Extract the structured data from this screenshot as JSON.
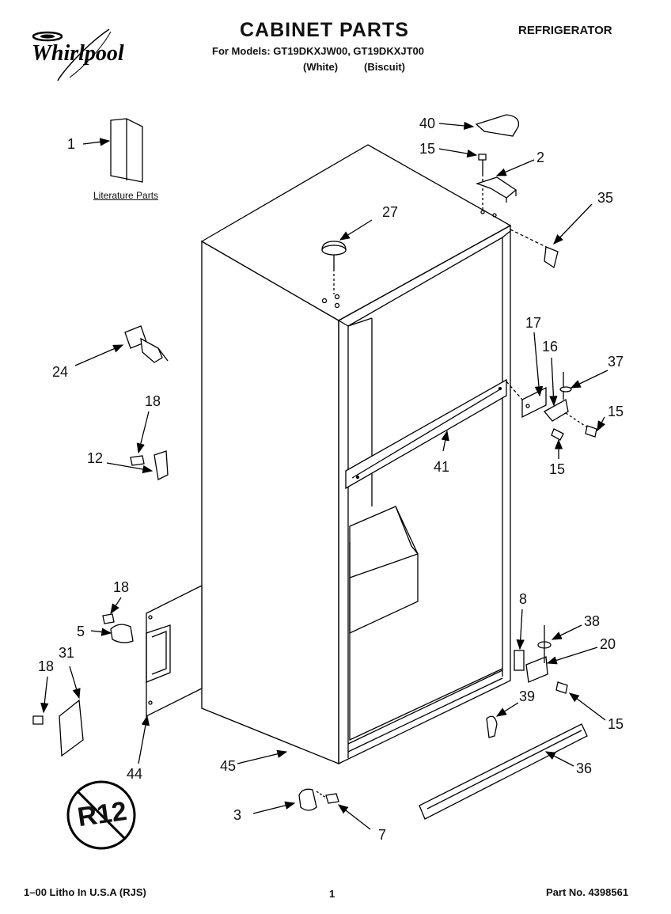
{
  "header": {
    "title": "CABINET PARTS",
    "category": "REFRIGERATOR",
    "models": "For Models: GT19DKXJW00, GT19DKXJT00",
    "variant_white": "(White)",
    "variant_biscuit": "(Biscuit)",
    "brand": "Whirlpool"
  },
  "labels": {
    "literature": "Literature Parts",
    "badge": "R12"
  },
  "callouts": {
    "c1": "1",
    "c2": "2",
    "c3": "3",
    "c5": "5",
    "c7": "7",
    "c8": "8",
    "c12": "12",
    "c15a": "15",
    "c15b": "15",
    "c15c": "15",
    "c15d": "15",
    "c16": "16",
    "c17": "17",
    "c18a": "18",
    "c18b": "18",
    "c18c": "18",
    "c20": "20",
    "c24": "24",
    "c27": "27",
    "c31": "31",
    "c35": "35",
    "c36": "36",
    "c37": "37",
    "c38": "38",
    "c39": "39",
    "c40": "40",
    "c41": "41",
    "c44": "44",
    "c45": "45"
  },
  "footer": {
    "litho": "1–00 Litho In U.S.A (RJS)",
    "page": "1",
    "part_no": "Part No. 4398561"
  }
}
